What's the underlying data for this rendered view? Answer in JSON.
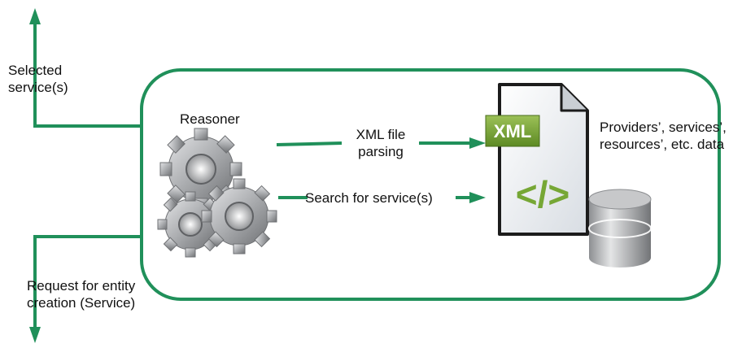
{
  "colors": {
    "flow": "#20905a",
    "xml_badge": "#7aa43a",
    "code_brackets": "#76a735",
    "gear": "#a9abae",
    "database": "#a6a8ab",
    "document": "#e7eaee"
  },
  "icons": [
    "gears-icon",
    "xml-document-icon",
    "database-icon"
  ],
  "labels": {
    "selected_services": "Selected\nservice(s)",
    "request_entity": "Request for entity\ncreation (Service)",
    "reasoner": "Reasoner",
    "xml_parsing": "XML file\nparsing",
    "search_services": "Search for service(s)",
    "data_sources": "Providers’, services’,\nresources’, etc. data",
    "xml_badge": "XML",
    "code_glyph": "</>"
  }
}
